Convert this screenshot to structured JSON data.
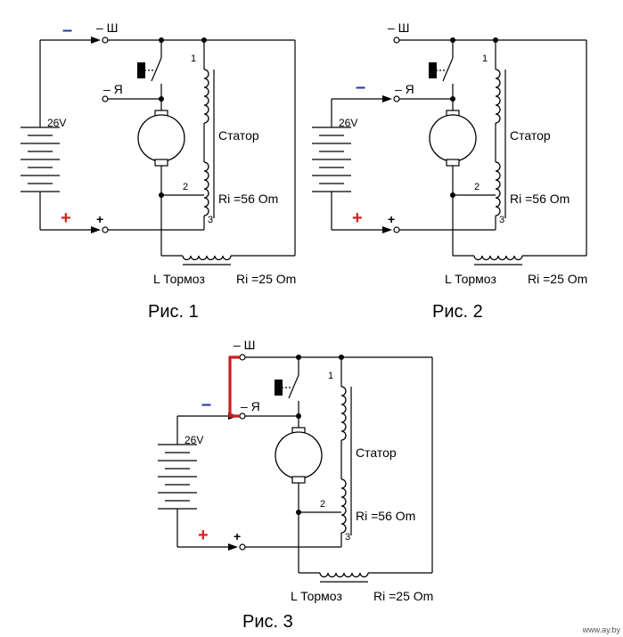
{
  "colors": {
    "minus": "#1f3a9a",
    "plus": "#d42222",
    "jumper": "#cc1f1f",
    "line": "#000000"
  },
  "symbols": {
    "minus": "–",
    "plus": "+"
  },
  "terminals": {
    "field": "– Ш",
    "armature": "– Я",
    "positive": "+"
  },
  "battery_voltage": "26V",
  "winding_taps": [
    "1",
    "2",
    "3"
  ],
  "stator": {
    "label": "Статор",
    "resistance": "Ri =56 Om"
  },
  "brake": {
    "label": "L Тормоз",
    "resistance": "Ri =25 Om"
  },
  "figures": [
    {
      "caption": "Рис. 1"
    },
    {
      "caption": "Рис. 2"
    },
    {
      "caption": "Рис. 3"
    }
  ],
  "watermark": "www.ay.by"
}
